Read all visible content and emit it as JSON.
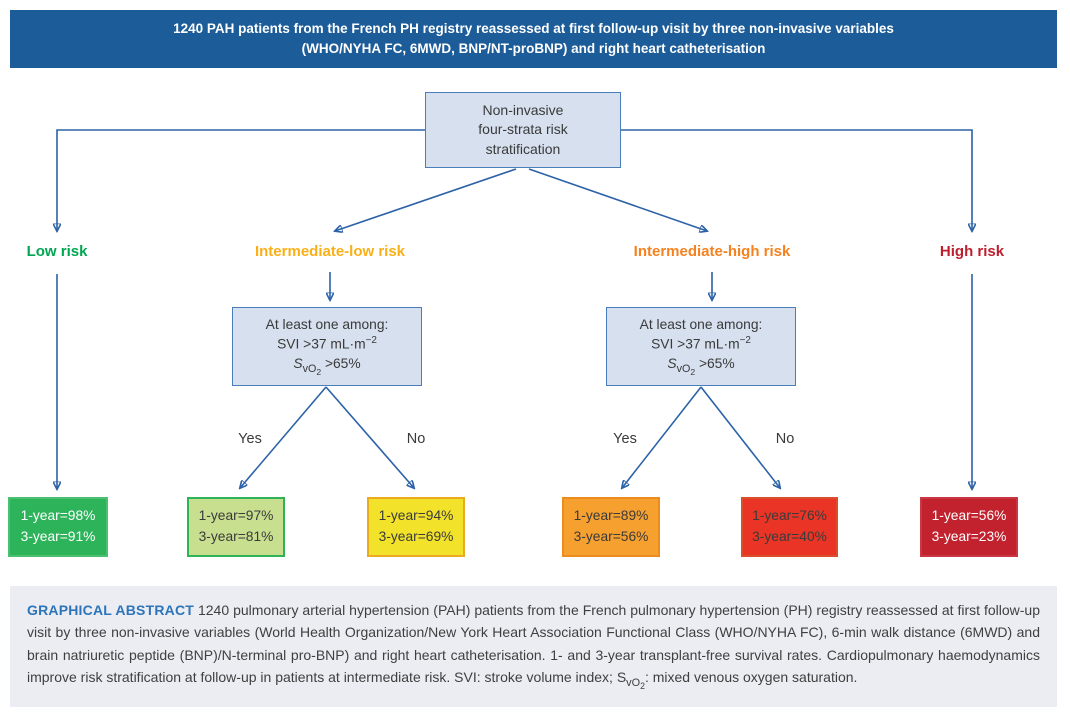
{
  "banner": {
    "line1": "1240 PAH patients from the French PH registry reassessed at first follow-up visit by three non-invasive variables",
    "line2": "(WHO/NYHA FC, 6MWD, BNP/NT-proBNP) and right heart catheterisation"
  },
  "flowchart": {
    "root_box": {
      "line1": "Non-invasive",
      "line2": "four-strata risk",
      "line3": "stratification"
    },
    "risk_labels": [
      {
        "label": "Low risk",
        "color": "#00a651"
      },
      {
        "label": "Intermediate-low risk",
        "color": "#f9b016"
      },
      {
        "label": "Intermediate-high risk",
        "color": "#f58220"
      },
      {
        "label": "High risk",
        "color": "#be1e2d"
      }
    ],
    "criteria_box": {
      "line1": "At least one among:",
      "svi_main": "SVI >37 mL·m",
      "svi_sup": "−2",
      "svo2_s": "S",
      "svo2_sub": "vO",
      "svo2_sub2": "2",
      "svo2_rest": " >65%"
    },
    "branch_labels": {
      "yes": "Yes",
      "no": "No"
    },
    "outcome_boxes": [
      {
        "line1": "1-year=98%",
        "line2": "3-year=91%",
        "fill": "#2db45a",
        "border": "#4cbf71",
        "text_color": "#ffffff"
      },
      {
        "line1": "1-year=97%",
        "line2": "3-year=81%",
        "fill": "#c8df90",
        "border": "#2eb457",
        "text_color": "#3a3a3a"
      },
      {
        "line1": "1-year=94%",
        "line2": "3-year=69%",
        "fill": "#f2e32a",
        "border": "#eaaa21",
        "text_color": "#3a3a3a"
      },
      {
        "line1": "1-year=89%",
        "line2": "3-year=56%",
        "fill": "#f6a02f",
        "border": "#ee8b1e",
        "text_color": "#3a3a3a"
      },
      {
        "line1": "1-year=76%",
        "line2": "3-year=40%",
        "fill": "#ea3526",
        "border": "#d94f2b",
        "text_color": "#3a3a3a"
      },
      {
        "line1": "1-year=56%",
        "line2": "3-year=23%",
        "fill": "#c2222e",
        "border": "#c93743",
        "text_color": "#ffffff"
      }
    ],
    "arrow_color": "#2c62a7"
  },
  "caption": {
    "label": "GRAPHICAL ABSTRACT",
    "body": " 1240 pulmonary arterial hypertension (PAH) patients from the French pulmonary hypertension (PH) registry reassessed at first follow-up visit by three non-invasive variables (World Health Organization/New York Heart Association Functional Class (WHO/NYHA FC), 6-min walk distance (6MWD) and brain natriuretic peptide (BNP)/N-terminal pro-BNP) and right heart catheterisation. 1- and 3-year transplant-free survival rates. Cardiopulmonary haemodynamics improve risk stratification at follow-up in patients at intermediate risk. SVI: stroke volume index; ",
    "svo2_s": "S",
    "svo2_sub": "vO",
    "svo2_sub2": "2",
    "tail": ": mixed venous oxygen saturation."
  }
}
